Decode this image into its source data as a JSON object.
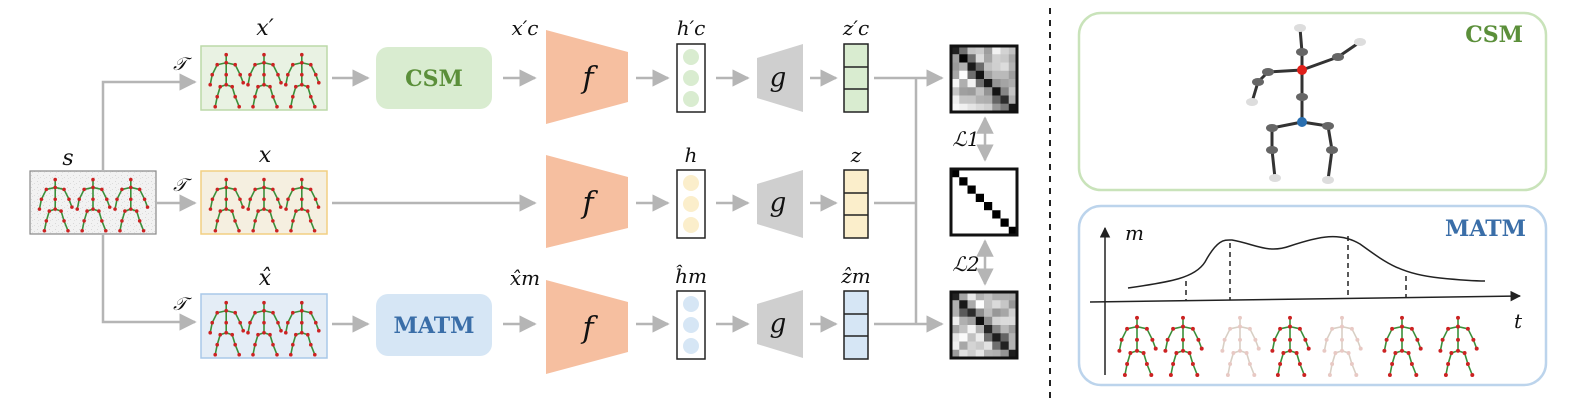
{
  "labels": {
    "s": "s",
    "x_prime": "x′",
    "x": "x",
    "x_hat": "x̂",
    "xc_prime": "x′c",
    "x_hat_m": "x̂m",
    "hc_prime": "h′c",
    "h": "h",
    "h_hat_m": "ĥm",
    "zc_prime": "z′c",
    "z": "z",
    "z_hat_m": "ẑm",
    "T_top": "𝒯",
    "T_mid": "𝒯",
    "T_bot": "𝒯",
    "f_top": "f",
    "f_mid": "f",
    "f_bot": "f",
    "g_top": "g",
    "g_mid": "g",
    "g_bot": "g",
    "L1": "ℒ1",
    "L2": "ℒ2",
    "m_axis": "m",
    "t_axis": "t"
  },
  "modules": {
    "csm": "CSM",
    "matm": "MATM"
  },
  "panels": {
    "csm_title": "CSM",
    "matm_title": "MATM"
  },
  "colors": {
    "csm_green": "#5b8f3a",
    "csm_fill": "#d9ecd0",
    "matm_blue": "#3a6ea8",
    "matm_fill": "#d6e6f5",
    "encoder_orange": "#f6bfa0",
    "projector_gray": "#cfcfcf",
    "h_yellow": "#fbeecb",
    "arrow_gray": "#b5b5b5",
    "skeleton_green": "#3a8f3a",
    "joint_red": "#cc2222"
  }
}
